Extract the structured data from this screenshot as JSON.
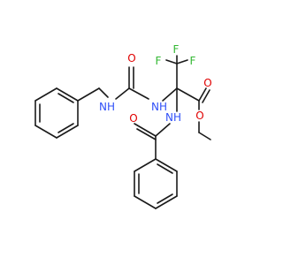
{
  "molecule": {
    "atoms": {
      "o_urea": "O",
      "nh_benzyl": "NH",
      "nh_urea": "NH",
      "nh_benzoyl": "NH",
      "o_benzoyl": "O",
      "o_ester_carbonyl": "O",
      "o_ester_methoxy": "O",
      "f_top_left": "F",
      "f_top_right": "F",
      "f_right": "F"
    },
    "element_colors": {
      "carbon_bond": "#1a1a1a",
      "oxygen": "#e00000",
      "nitrogen": "#3050f8",
      "fluorine": "#33b833"
    }
  }
}
